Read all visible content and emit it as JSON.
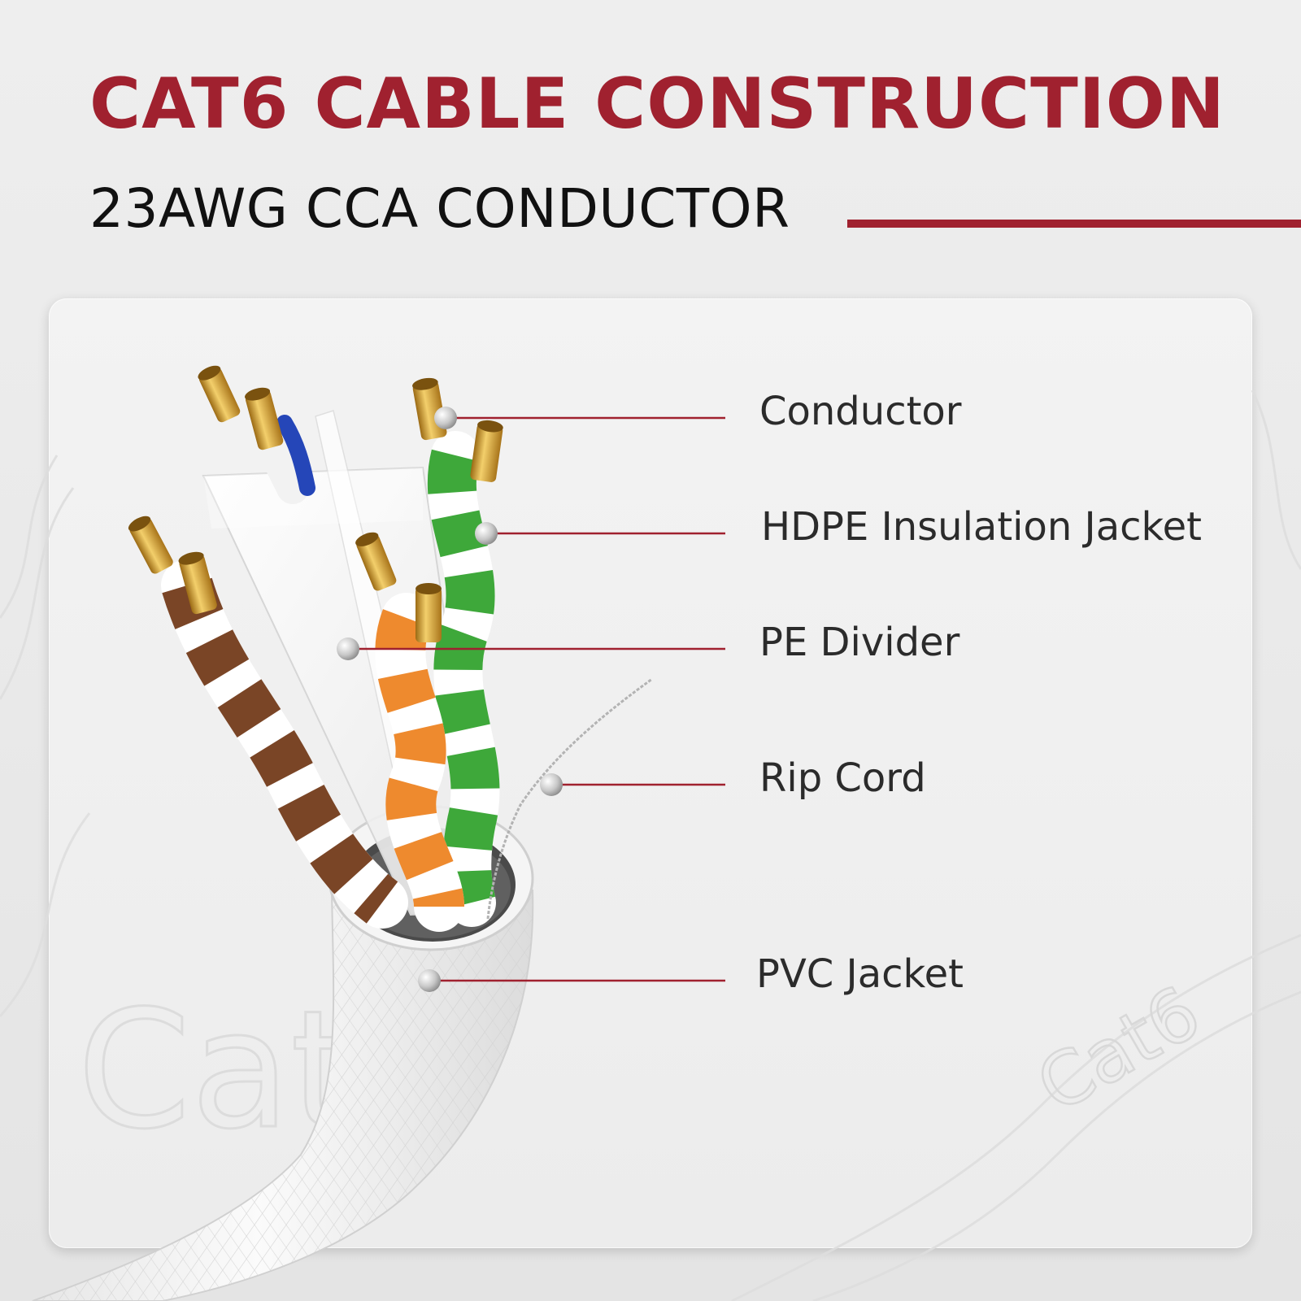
{
  "header": {
    "title": "CAT6 CABLE CONSTRUCTION",
    "subtitle": "23AWG CCA CONDUCTOR"
  },
  "callouts": [
    {
      "label": "Conductor"
    },
    {
      "label": "HDPE Insulation Jacket"
    },
    {
      "label": "PE Divider"
    },
    {
      "label": "Rip Cord"
    },
    {
      "label": "PVC Jacket"
    }
  ],
  "watermarks": {
    "left": "Cat",
    "right": "Cat6"
  },
  "colors": {
    "accent": "#a0212f",
    "title_text": "#a0212f",
    "subtitle_text": "#111111",
    "label_text": "#2b2b2b",
    "pair_brown": "#7a4526",
    "pair_orange": "#ee8a2e",
    "pair_green": "#3ea83a",
    "pair_blue": "#2546b8",
    "conductor_copper": "#d6a53a",
    "jacket": "#f4f4f4"
  }
}
